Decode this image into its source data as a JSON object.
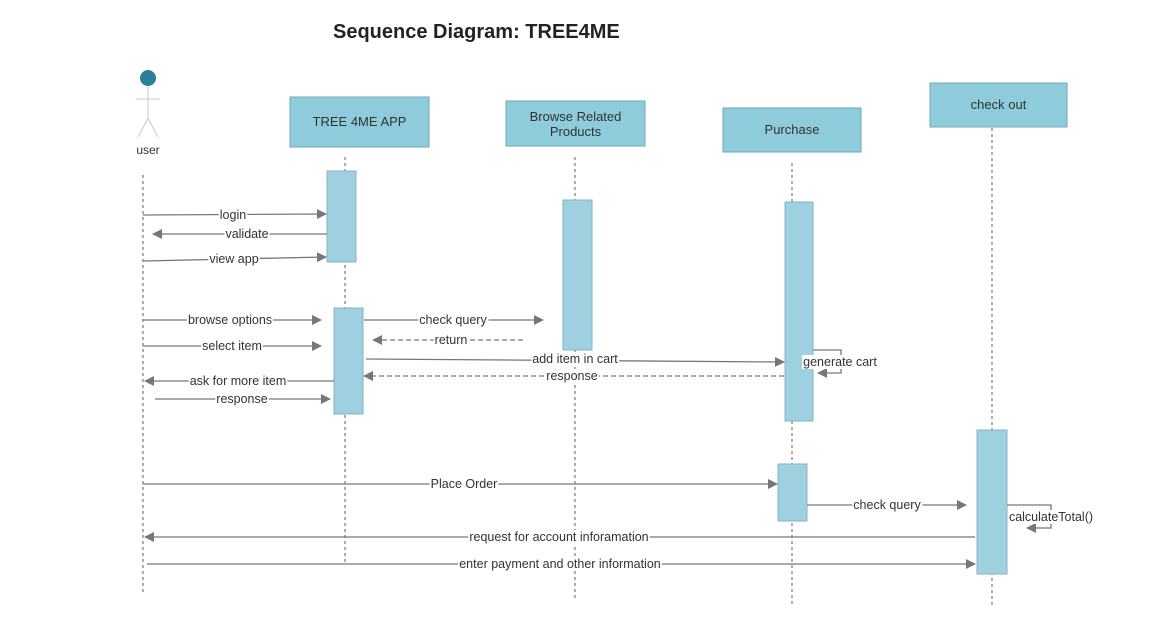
{
  "title": "Sequence Diagram: TREE4ME",
  "colors": {
    "box_fill": "#8ecbdb",
    "box_stroke": "#6eaabd",
    "activation_fill": "#9fd0df",
    "arrow": "#777777",
    "actor_head": "#2a8098"
  },
  "actor": {
    "label": "user"
  },
  "participants": [
    {
      "label_lines": [
        "TREE 4ME APP"
      ]
    },
    {
      "label_lines": [
        "Browse Related",
        "Products"
      ]
    },
    {
      "label_lines": [
        "Purchase"
      ]
    },
    {
      "label_lines": [
        "check out"
      ]
    }
  ],
  "messages": [
    {
      "label": "login",
      "style": "solid"
    },
    {
      "label": "validate",
      "style": "solid"
    },
    {
      "label": "view app",
      "style": "solid"
    },
    {
      "label": "browse options",
      "style": "solid"
    },
    {
      "label": "check query",
      "style": "solid"
    },
    {
      "label": "return",
      "style": "dashed"
    },
    {
      "label": "select item",
      "style": "solid"
    },
    {
      "label": "add item in cart",
      "style": "solid"
    },
    {
      "label": "generate cart",
      "style": "self"
    },
    {
      "label": "response",
      "style": "dashed"
    },
    {
      "label": "ask for more item",
      "style": "solid"
    },
    {
      "label": "response",
      "style": "solid"
    },
    {
      "label": "Place Order",
      "style": "solid"
    },
    {
      "label": "check query",
      "style": "solid"
    },
    {
      "label": "calculateTotal()",
      "style": "self"
    },
    {
      "label": "request for account inforamation",
      "style": "solid"
    },
    {
      "label": "enter payment and other information",
      "style": "solid"
    }
  ]
}
